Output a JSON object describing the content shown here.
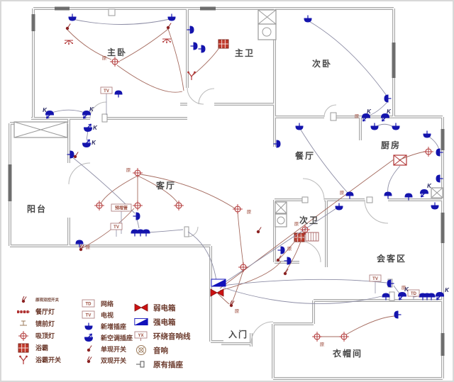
{
  "legend": {
    "col1": [
      {
        "icon": "remote-dual-switch",
        "label": "原现双控开关"
      },
      {
        "icon": "dining-light",
        "label": "餐厅灯"
      },
      {
        "icon": "mirror-light",
        "label": "镜前灯"
      },
      {
        "icon": "ceiling-light",
        "label": "吸顶灯"
      },
      {
        "icon": "bath-heater",
        "label": "浴霸"
      },
      {
        "icon": "bath-heater-switch",
        "label": "浴霸开关"
      }
    ],
    "col2": [
      {
        "icon": "td-box",
        "label": "网络"
      },
      {
        "icon": "tv-box",
        "label": "电视"
      },
      {
        "icon": "new-outlet",
        "label": "新增插座"
      },
      {
        "icon": "new-ac-outlet",
        "label": "新空调插座"
      },
      {
        "icon": "single-switch",
        "label": "单现开关"
      },
      {
        "icon": "double-switch",
        "label": "双现开关"
      }
    ],
    "col3": [
      {
        "icon": "weak-current-box",
        "label": "弱电箱"
      },
      {
        "icon": "strong-current-box",
        "label": "强电箱"
      },
      {
        "icon": "surround-sound-line",
        "label": "环绕音响线"
      },
      {
        "icon": "speaker",
        "label": "音响"
      },
      {
        "icon": "existing-outlet",
        "label": "原有插座"
      }
    ]
  },
  "rooms": {
    "master_bedroom": "主卧",
    "master_bath": "主卫",
    "second_bedroom": "次卧",
    "dining": "餐厅",
    "kitchen": "厨房",
    "living": "客厅",
    "balcony": "阳台",
    "second_bath": "次卫",
    "reception": "会客区",
    "entrance": "入门",
    "cloakroom": "衣帽间"
  },
  "annotations": {
    "tv": "TV",
    "td": "TD",
    "k": "K",
    "yx": "YX",
    "original": "原",
    "conduit": "预埋管"
  },
  "colors": {
    "wall": "#a9a9a9",
    "window": "#6e6e6e",
    "outlet_blue": "#1414ad",
    "symbol_red": "#b03434",
    "wire_lighting": "#a46a5e",
    "wire_outlet": "#8d8da5",
    "weak_box_red": "#cc1111",
    "strong_box_blue": "#1111bb",
    "room_text": "#474747",
    "annotation_text": "#9b4a3a"
  }
}
